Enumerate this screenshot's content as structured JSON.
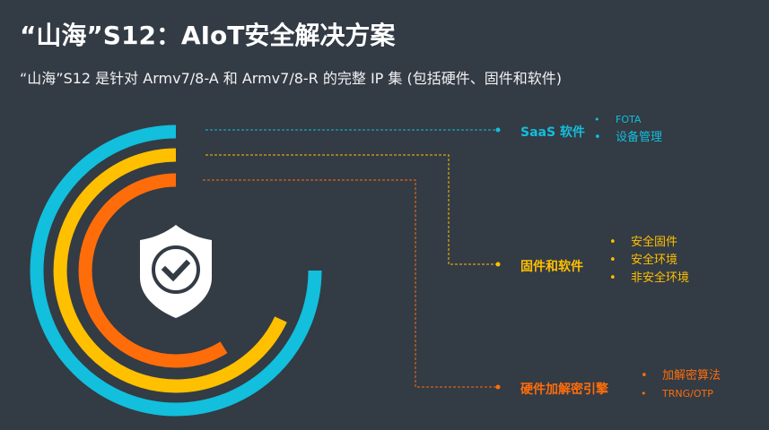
{
  "header": {
    "title": "“山海”S12：AIoT安全解决方案",
    "subtitle": "“山海”S12 是针对 Armv7/8-A 和 Armv7/8-R 的完整 IP 集 (包括硬件、固件和软件)"
  },
  "colors": {
    "background": "#333b45",
    "saas": "#12bfdc",
    "firmware": "#ffc000",
    "hardware": "#ff6d0a"
  },
  "icons": {
    "center": "shield-check-icon"
  },
  "layers": [
    {
      "label": "SaaS 软件",
      "items": [
        "FOTA",
        "设备管理"
      ]
    },
    {
      "label": "固件和软件",
      "items": [
        "安全固件",
        "安全环境",
        "非安全环境"
      ]
    },
    {
      "label": "硬件加解密引擎",
      "items": [
        "加解密算法",
        "TRNG/OTP"
      ]
    }
  ]
}
